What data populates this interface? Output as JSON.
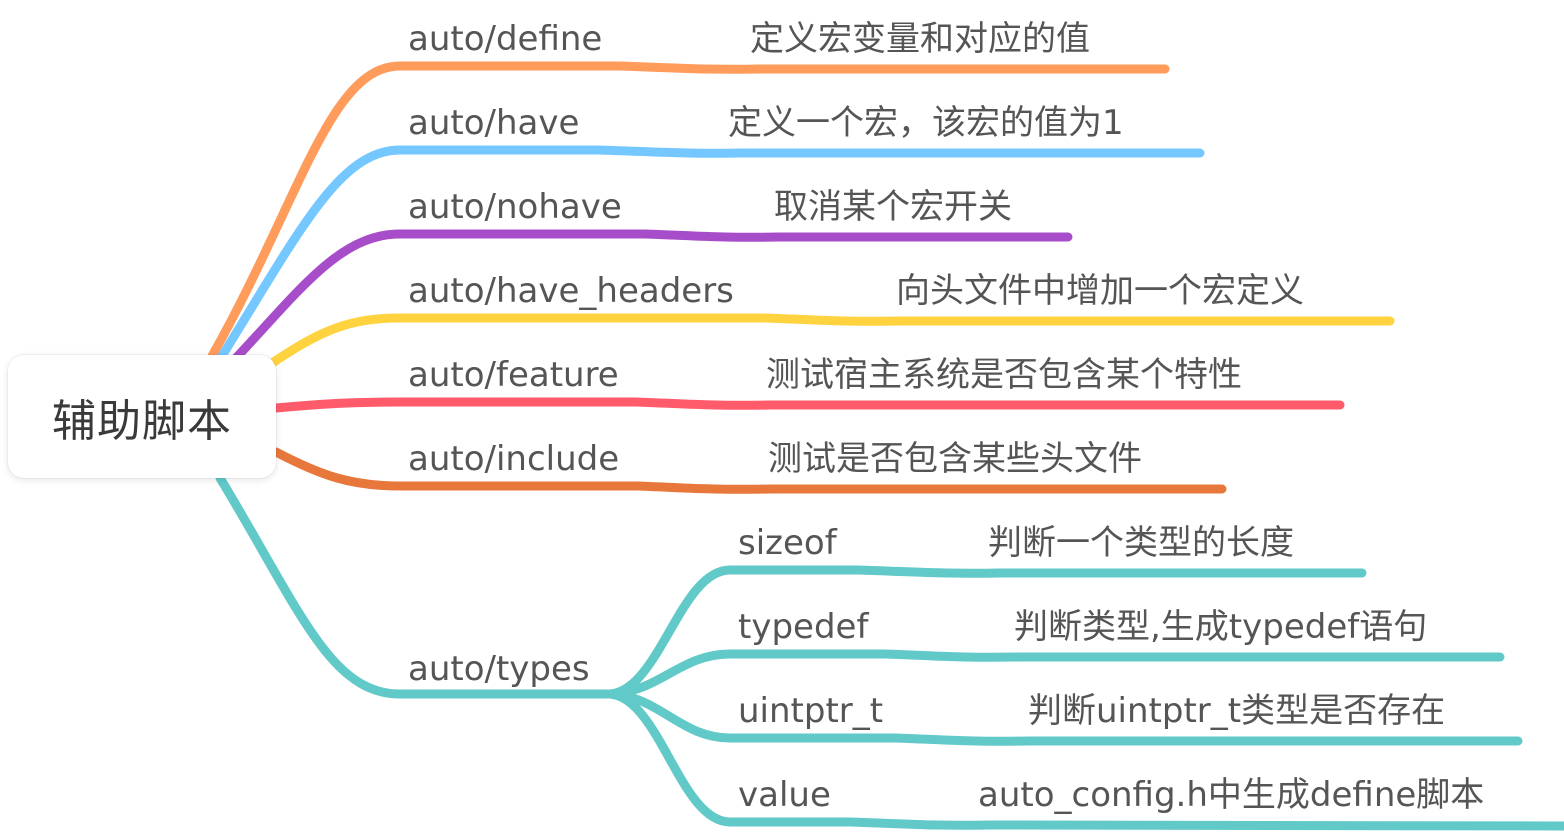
{
  "root": {
    "label": "辅助脚本"
  },
  "branches": [
    {
      "key": "auto/define",
      "desc": "定义宏变量和对应的值",
      "color": "#FF9B5B"
    },
    {
      "key": "auto/have",
      "desc": "定义一个宏，该宏的值为1",
      "color": "#74C8FF"
    },
    {
      "key": "auto/nohave",
      "desc": "取消某个宏开关",
      "color": "#A84DC9"
    },
    {
      "key": "auto/have_headers",
      "desc": "向头文件中增加一个宏定义",
      "color": "#FFD23F"
    },
    {
      "key": "auto/feature",
      "desc": "测试宿主系统是否包含某个特性",
      "color": "#FF5B6B"
    },
    {
      "key": "auto/include",
      "desc": "测试是否包含某些头文件",
      "color": "#E8773C"
    },
    {
      "key": "auto/types",
      "color": "#62C9C9",
      "children": [
        {
          "key": "sizeof",
          "desc": "判断一个类型的长度"
        },
        {
          "key": "typedef",
          "desc": "判断类型,生成typedef语句"
        },
        {
          "key": "uintptr_t",
          "desc": "判断uintptr_t类型是否存在"
        },
        {
          "key": "value",
          "desc": "auto_config.h中生成define脚本"
        }
      ]
    }
  ]
}
